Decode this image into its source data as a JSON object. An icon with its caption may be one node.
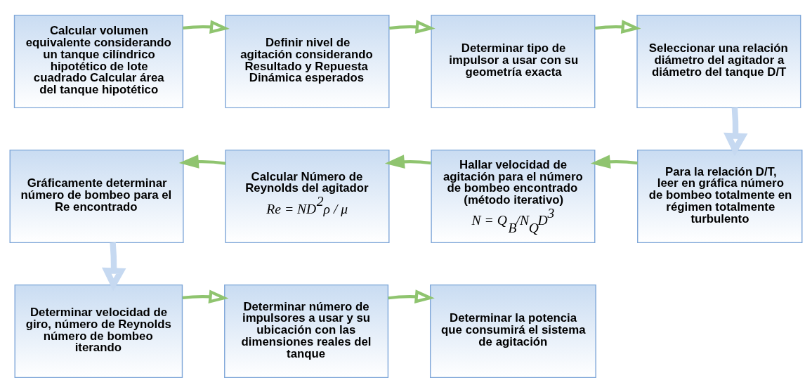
{
  "diagram": {
    "nodes": [
      {
        "text": [
          "Calcular volumen equivalente considerando un tanque cilíndrico hipotético de lote cuadrado Calcular área del tanque hipotético"
        ]
      },
      {
        "text": [
          "Definir nivel de agitación considerando Resultado y Repuesta Dinámica esperados"
        ]
      },
      {
        "text": [
          "Determinar tipo de impulsor a usar con su geometría exacta"
        ]
      },
      {
        "text": [
          "Seleccionar una relación diámetro del agitador a diámetro del tanque D/T"
        ]
      },
      {
        "text": [
          "Gráficamente determinar número de bombeo para el Re encontrado"
        ]
      },
      {
        "text": [
          "Calcular Número de Reynolds del agitador",
          "Re = ND$^{2}$ρ / μ"
        ]
      },
      {
        "text": [
          "Hallar velocidad de agitación para el número de bombeo encontrado (método iterativo)",
          "N = Q$_{B}$/N$_{Q}$D$^{3}$"
        ]
      },
      {
        "text": [
          "Para la relación D/T, leer en gráfica número de bombeo totalmente en régimen totalmente turbulento"
        ]
      },
      {
        "text": [
          "Determinar velocidad de giro, número de Reynolds número de bombeo iterando"
        ]
      },
      {
        "text": [
          "Determinar número de impulsores a usar y su ubicación con las dimensiones reales del tanque"
        ]
      },
      {
        "text": [
          "Determinar la potencia que consumirá el sistema de agitación"
        ]
      }
    ],
    "edges": [
      {
        "from": 0,
        "to": 1,
        "arrow": "to"
      },
      {
        "from": 1,
        "to": 2,
        "arrow": "to"
      },
      {
        "from": 2,
        "to": 3,
        "arrow": "to"
      },
      {
        "from": 3,
        "to": 7,
        "arrow": "to",
        "style": "thick",
        "color": "#c6d9f1"
      },
      {
        "from": 7,
        "to": 6,
        "arrow": "to"
      },
      {
        "from": 6,
        "to": 5,
        "arrow": "to"
      },
      {
        "from": 5,
        "to": 4,
        "arrow": "to"
      },
      {
        "from": 4,
        "to": 8,
        "arrow": "to",
        "style": "thick",
        "color": "#c6d9f1"
      },
      {
        "from": 8,
        "to": 9,
        "arrow": "to"
      },
      {
        "from": 9,
        "to": 10,
        "arrow": "to"
      }
    ]
  }
}
